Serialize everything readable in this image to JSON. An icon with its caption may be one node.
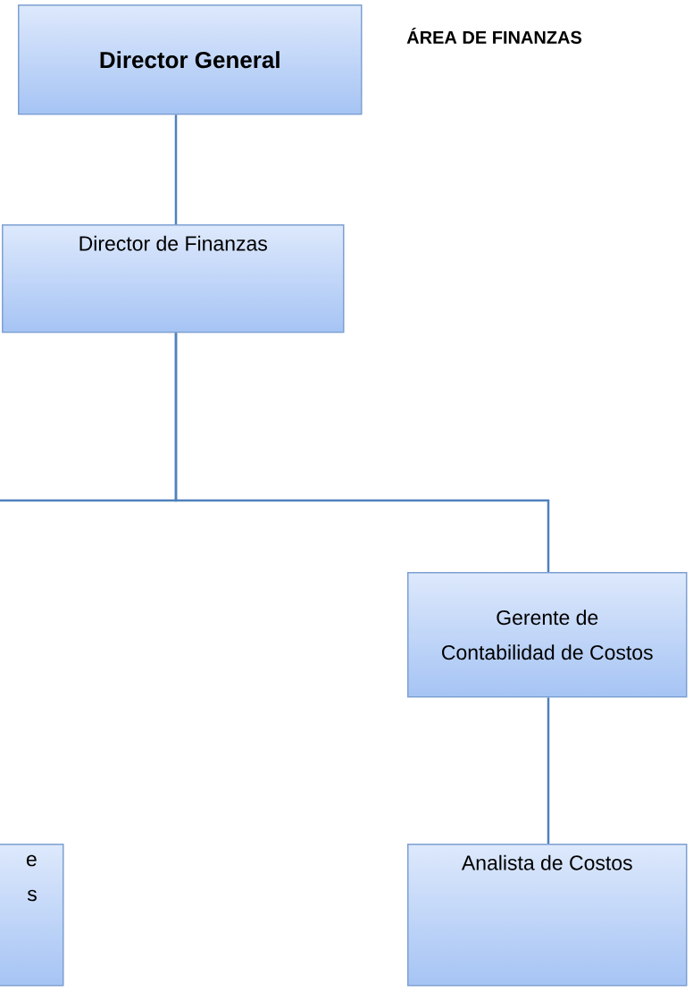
{
  "diagram": {
    "title": "ÁREA DE FINANZAS",
    "nodes": [
      {
        "text": [
          "Director General"
        ]
      },
      {
        "text": [
          "Director de Finanzas"
        ]
      },
      {
        "text": [
          "Gerente de Contabilidad de Costos"
        ]
      },
      {
        "text": [
          "e s"
        ]
      },
      {
        "text": [
          "Analista de Costos"
        ]
      }
    ],
    "edges": [
      {
        "from": 0,
        "to": 1,
        "arrow": "none"
      },
      {
        "from": 1,
        "to": 2,
        "arrow": "none"
      },
      {
        "from": 1,
        "to": null,
        "arrow": "none"
      },
      {
        "from": 2,
        "to": 4,
        "arrow": "none"
      }
    ]
  }
}
